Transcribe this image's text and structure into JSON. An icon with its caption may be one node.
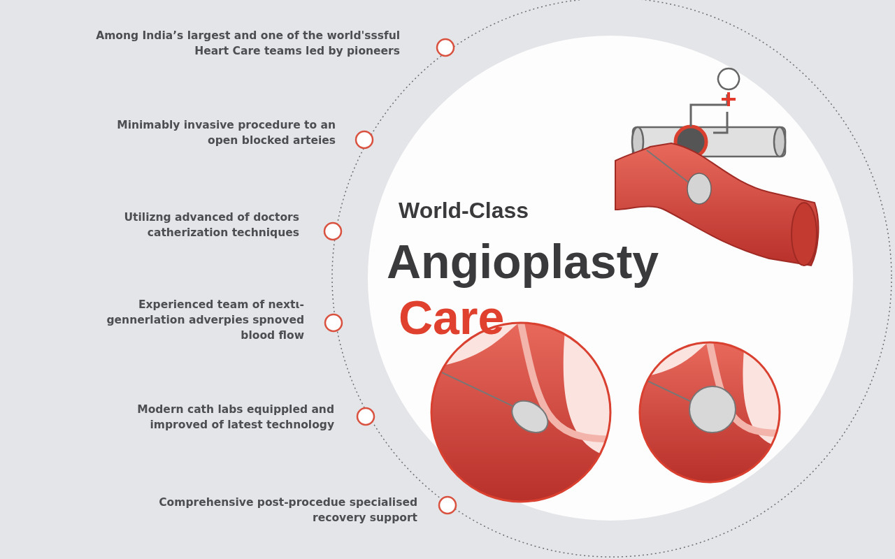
{
  "diagram": {
    "labels": [
      "Among India’s largest and one of the world'sssful Heart Care teams led by pioneers",
      "Minimably invasive procedure to an open blocked arteies",
      "Utilizng advanced of doctors catherization techniques",
      "Experienced team of nextι-gennerlation adverpies spnoved blood flow",
      "Modern cath labs equippled and improved of latest technology",
      "Comprehensive post-procedue specialised recovery support",
      "World-Class",
      "Angioplasty",
      "Care"
    ]
  }
}
